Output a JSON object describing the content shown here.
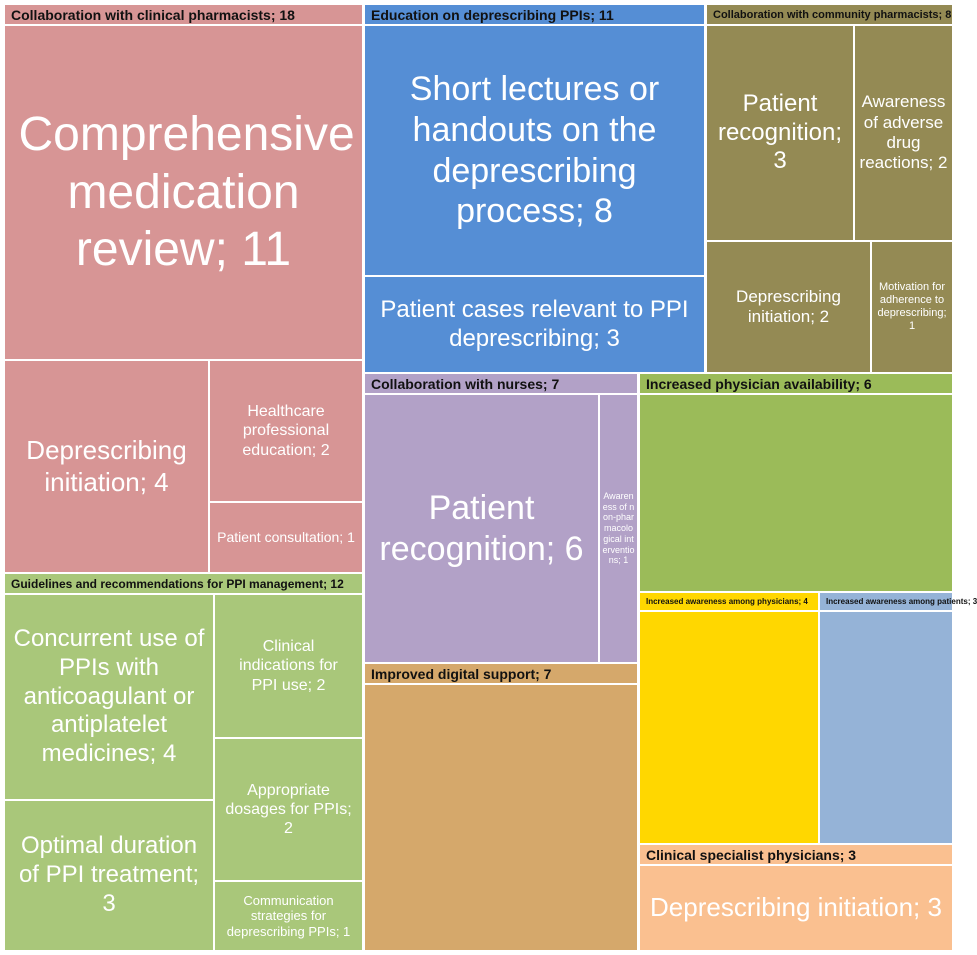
{
  "chart_data": {
    "type": "treemap",
    "groups": [
      {
        "id": "clinpharm",
        "label": "Collaboration with clinical pharmacists; 18",
        "color": "#d79595",
        "items": [
          {
            "label": "Comprehensive medication review; 11",
            "value": 11
          },
          {
            "label": "Deprescribing initiation; 4",
            "value": 4
          },
          {
            "label": "Healthcare professional education; 2",
            "value": 2
          },
          {
            "label": "Patient consultation; 1",
            "value": 1
          }
        ]
      },
      {
        "id": "education",
        "label": "Education on deprescribing PPIs; 11",
        "color": "#558ed5",
        "items": [
          {
            "label": "Short lectures or handouts on the deprescribing process; 8",
            "value": 8
          },
          {
            "label": "Patient cases relevant to PPI deprescribing; 3",
            "value": 3
          }
        ]
      },
      {
        "id": "commpharm",
        "label": "Collaboration with community pharmacists; 8",
        "color": "#948a54",
        "items": [
          {
            "label": "Patient recognition; 3",
            "value": 3
          },
          {
            "label": "Awareness of adverse drug reactions; 2",
            "value": 2
          },
          {
            "label": "Deprescribing initiation; 2",
            "value": 2
          },
          {
            "label": "Motivation for adherence to deprescribing; 1",
            "value": 1
          }
        ]
      },
      {
        "id": "guidelines",
        "label": "Guidelines and recommendations for PPI management; 12",
        "color": "#a9c77a",
        "items": [
          {
            "label": "Concurrent use of PPIs with anticoagulant or antiplatelet medicines; 4",
            "value": 4
          },
          {
            "label": "Optimal duration of PPI treatment; 3",
            "value": 3
          },
          {
            "label": "Clinical indications for PPI use; 2",
            "value": 2
          },
          {
            "label": "Appropriate dosages for PPIs; 2",
            "value": 2
          },
          {
            "label": "Communication strategies for deprescribing PPIs; 1",
            "value": 1
          }
        ]
      },
      {
        "id": "nurses",
        "label": "Collaboration with nurses; 7",
        "color": "#b2a1c7",
        "items": [
          {
            "label": "Patient recognition; 6",
            "value": 6
          },
          {
            "label": "Awareness of non-pharmacological interventions; 1",
            "value": 1
          }
        ]
      },
      {
        "id": "availability",
        "label": "Increased physician availability; 6",
        "color": "#9bbb59",
        "items": []
      },
      {
        "id": "digital",
        "label": "Improved digital support; 7",
        "color": "#d5a86b",
        "items": []
      },
      {
        "id": "awarenessphys",
        "label": "Increased awareness among physicians; 4",
        "color": "#ffd700",
        "items": []
      },
      {
        "id": "awarenesspat",
        "label": "Increased awareness among patients; 3",
        "color": "#95b3d7",
        "items": []
      },
      {
        "id": "specialist",
        "label": "Clinical specialist physicians; 3",
        "color": "#fac090",
        "items": [
          {
            "label": "Deprescribing initiation; 3",
            "value": 3
          }
        ]
      }
    ]
  }
}
